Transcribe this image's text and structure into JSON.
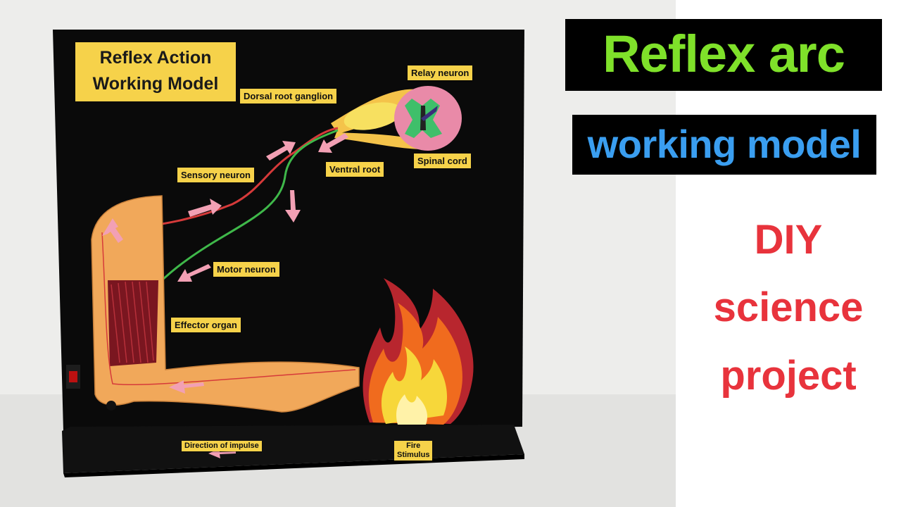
{
  "board": {
    "title_line1": "Reflex Action",
    "title_line2": "Working Model"
  },
  "labels": {
    "relay_neuron": "Relay neuron",
    "dorsal_root_ganglion": "Dorsal root ganglion",
    "sensory_neuron": "Sensory neuron",
    "ventral_root": "Ventral root",
    "spinal_cord": "Spinal cord",
    "motor_neuron": "Motor neuron",
    "effector_organ": "Effector organ",
    "direction_of_impulse": "Direction of impulse",
    "fire_stimulus_line1": "Fire",
    "fire_stimulus_line2": "Stimulus"
  },
  "promo": {
    "line1": "Reflex arc",
    "line2": "working model",
    "line3": "DIY",
    "line4": "science",
    "line5": "project"
  },
  "colors": {
    "board": "#0a0a0a",
    "label_bg": "#f6d24a",
    "arrow": "#f2a0b4",
    "arm": "#f1a85a",
    "sensory_wire": "#d63a3a",
    "motor_wire": "#3fb84a",
    "promo_green": "#7fe12a",
    "promo_blue": "#3a9ef0",
    "promo_red": "#e8333c"
  }
}
